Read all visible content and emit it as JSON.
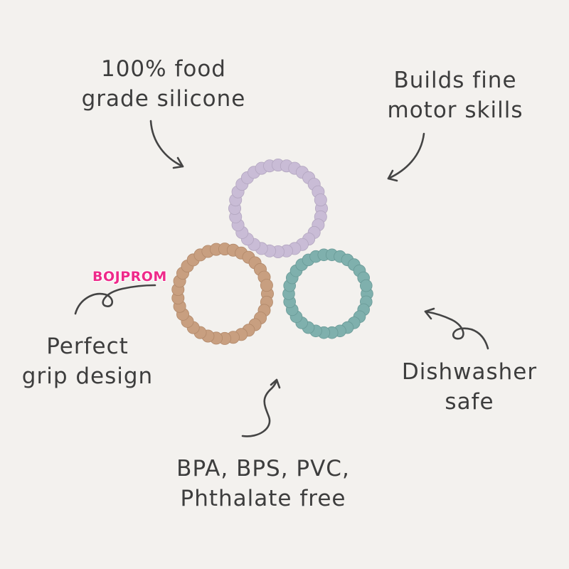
{
  "features": {
    "silicone": {
      "line1": "100% food",
      "line2": "grade silicone"
    },
    "motor": {
      "line1": "Builds fine",
      "line2": "motor skills"
    },
    "grip": {
      "line1": "Perfect",
      "line2": "grip design"
    },
    "dishwasher": {
      "line1": "Dishwasher",
      "line2": "safe"
    },
    "bpa": {
      "line1": "BPA, BPS, PVC,",
      "line2": "Phthalate free"
    }
  },
  "rings": [
    {
      "name": "lilac",
      "color": "#c9bcd6"
    },
    {
      "name": "tan",
      "color": "#c89f80"
    },
    {
      "name": "sage-blue",
      "color": "#7fb0ad"
    }
  ],
  "watermark": "BOJPROM",
  "colors": {
    "background": "#f3f1ee",
    "text": "#3d3d3d",
    "arrow": "#444444",
    "watermark": "#ee2a8a"
  }
}
